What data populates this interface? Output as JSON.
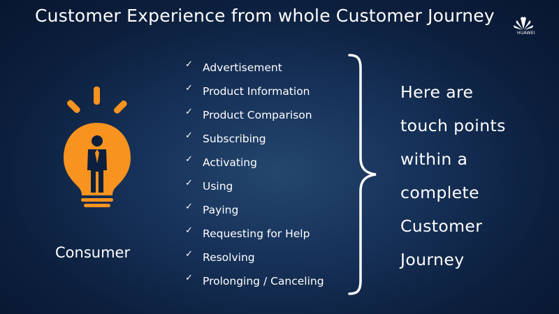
{
  "slide": {
    "title": "Customer Experience from whole Customer Journey",
    "consumer_label": "Consumer",
    "touchpoints": [
      "Advertisement",
      "Product Information",
      "Product Comparison",
      "Subscribing",
      "Activating",
      "Using",
      "Paying",
      "Requesting for Help",
      "Resolving",
      "Prolonging / Canceling"
    ],
    "summary_lines": [
      "Here are",
      "touch points",
      "within a",
      "complete",
      "Customer",
      "Journey"
    ],
    "logo_text": "HUAWEI",
    "colors": {
      "accent": "#f7931e",
      "text": "#ffffff"
    }
  }
}
